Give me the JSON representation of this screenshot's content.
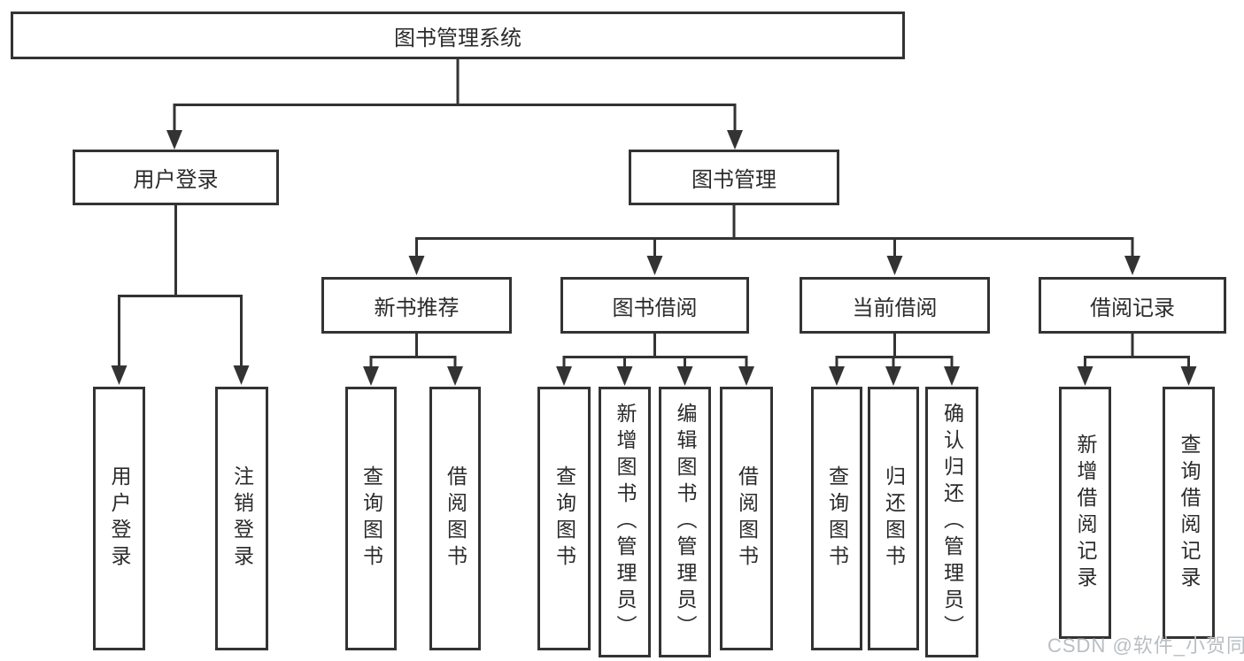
{
  "diagram": {
    "type": "hierarchy-tree",
    "root": {
      "label": "图书管理系统"
    },
    "level2": [
      {
        "label": "用户登录"
      },
      {
        "label": "图书管理"
      }
    ],
    "level3": [
      {
        "label": "新书推荐",
        "parent": "图书管理"
      },
      {
        "label": "图书借阅",
        "parent": "图书管理"
      },
      {
        "label": "当前借阅",
        "parent": "图书管理"
      },
      {
        "label": "借阅记录",
        "parent": "图书管理"
      }
    ],
    "leaves": [
      {
        "label": "用户登录",
        "parent": "用户登录"
      },
      {
        "label": "注销登录",
        "parent": "用户登录"
      },
      {
        "label": "查询图书",
        "parent": "新书推荐"
      },
      {
        "label": "借阅图书",
        "parent": "新书推荐"
      },
      {
        "label": "查询图书",
        "parent": "图书借阅"
      },
      {
        "label": "新增图书（管理员）",
        "parent": "图书借阅"
      },
      {
        "label": "编辑图书（管理员）",
        "parent": "图书借阅"
      },
      {
        "label": "借阅图书",
        "parent": "图书借阅"
      },
      {
        "label": "查询图书",
        "parent": "当前借阅"
      },
      {
        "label": "归还图书",
        "parent": "当前借阅"
      },
      {
        "label": "确认归还（管理员）",
        "parent": "当前借阅"
      },
      {
        "label": "新增借阅记录",
        "parent": "借阅记录"
      },
      {
        "label": "查询借阅记录",
        "parent": "借阅记录"
      }
    ]
  },
  "watermark": {
    "text": "CSDN @软件_小贺同学",
    "color": "#b9bec3"
  },
  "colors": {
    "line": "#333333",
    "box_border": "#333333",
    "text": "#2b2b2b",
    "background": "#ffffff"
  }
}
